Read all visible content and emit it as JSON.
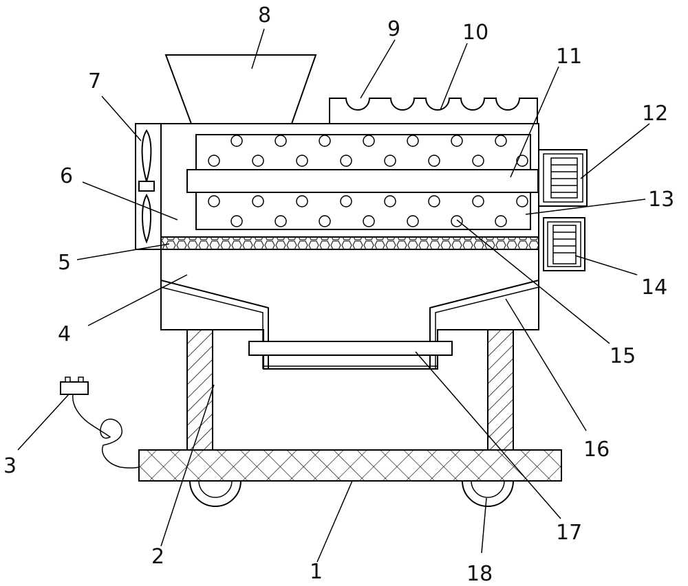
{
  "labels": [
    "1",
    "2",
    "3",
    "4",
    "5",
    "6",
    "7",
    "8",
    "9",
    "10",
    "11",
    "12",
    "13",
    "14",
    "15",
    "16",
    "17",
    "18"
  ],
  "colors": {
    "stroke": "#000000",
    "background": "#ffffff",
    "text": "#111111"
  }
}
